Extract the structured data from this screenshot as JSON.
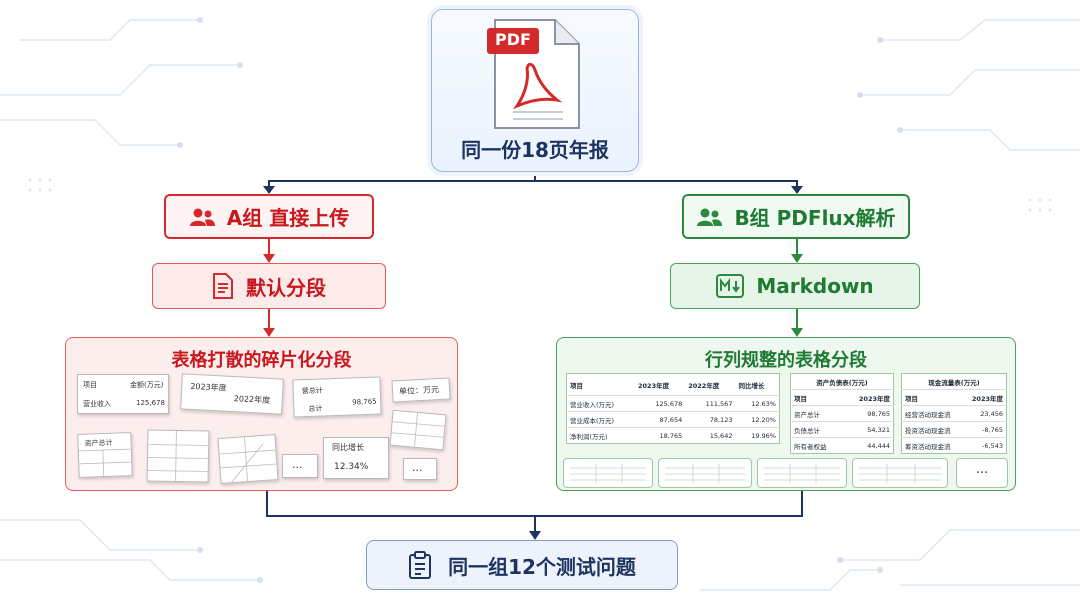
{
  "source": {
    "badge": "PDF",
    "caption": "同一份18页年报"
  },
  "group_a": {
    "title": "A组 直接上传",
    "step": "默认分段",
    "panel_title": "表格打散的碎片化分段",
    "fragments": {
      "f1_h1": "项目",
      "f1_h2": "金额(万元)",
      "f1_r1": "营业收入",
      "f1_r1v": "125,678",
      "f2_a": "2023年度",
      "f2_b": "2022年度",
      "f3_a": "营总计",
      "f3_b": "总计",
      "f3_v": "98,765",
      "f4": "单位：万元",
      "f5": "资产总计",
      "f6_ellipsis": "...",
      "f7_a": "同比增长",
      "f7_b": "12.34%",
      "f8_ellipsis": "..."
    }
  },
  "group_b": {
    "title": "B组 PDFlux解析",
    "step": "Markdown",
    "panel_title": "行列规整的表格分段",
    "table_main": {
      "headers": [
        "项目",
        "2023年度",
        "2022年度",
        "同比增长"
      ],
      "rows": [
        [
          "营业收入(万元)",
          "125,678",
          "111,567",
          "12.63%"
        ],
        [
          "营业成本(万元)",
          "87,654",
          "78,123",
          "12.20%"
        ],
        [
          "净利润(万元)",
          "18,765",
          "15,642",
          "19.96%"
        ]
      ]
    },
    "table_balance": {
      "title": "资产负债表(万元)",
      "headers": [
        "项目",
        "2023年度"
      ],
      "rows": [
        [
          "资产总计",
          "98,765"
        ],
        [
          "负债总计",
          "54,321"
        ],
        [
          "所有者权益",
          "44,444"
        ]
      ]
    },
    "table_cash": {
      "title": "现金流量表(万元)",
      "headers": [
        "项目",
        "2023年度"
      ],
      "rows": [
        [
          "经营活动现金流",
          "23,456"
        ],
        [
          "投资活动现金流",
          "-8,765"
        ],
        [
          "筹资活动现金流",
          "-6,543"
        ]
      ]
    },
    "more_ellipsis": "..."
  },
  "result": {
    "label": "同一组12个测试问题"
  },
  "colors": {
    "red": "#d42a2a",
    "green": "#2b8a3e",
    "navy": "#1d3461"
  },
  "icons": [
    "pdf-file-icon",
    "users-icon",
    "document-icon",
    "markdown-icon",
    "clipboard-icon"
  ]
}
